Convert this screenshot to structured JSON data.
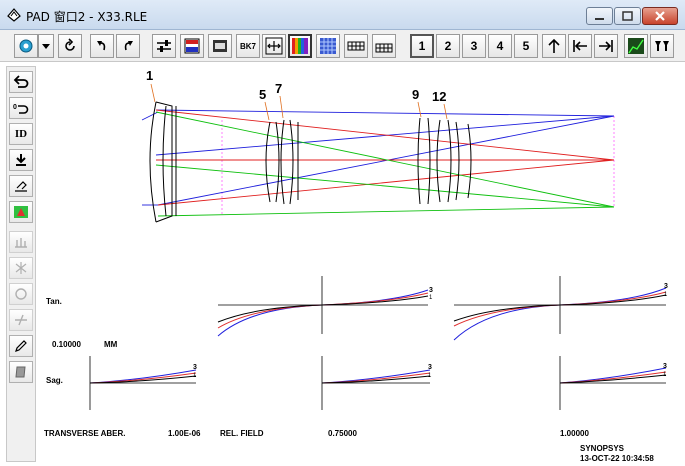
{
  "window": {
    "title": "PAD 窗口2 - X33.RLE",
    "icon": "pad-app-icon",
    "controls": [
      "minimize-icon",
      "maximize-icon",
      "close-icon"
    ]
  },
  "toolbar": {
    "number_buttons": [
      "1",
      "2",
      "3",
      "4",
      "5"
    ],
    "bk7_label": "BK7",
    "icons": [
      "gear-icon",
      "dropdown-arrow-icon",
      "refresh-icon",
      "undo-icon",
      "redo-icon",
      "adjust-icon",
      "color-strip-icon",
      "film-icon",
      "bk7-glass-icon",
      "fit-icon",
      "rainbow-icon",
      "pattern-icon",
      "grid-icon",
      "keypad-icon",
      "up-arrow-icon",
      "first-icon",
      "last-icon",
      "chart-icon",
      "filter-icon"
    ]
  },
  "sidebar": {
    "id_label": "ID",
    "icons": [
      "return-icon",
      "return-zero-icon",
      "id-icon",
      "download-icon",
      "eraser-icon",
      "triangle-icon",
      "tool1-icon",
      "tool2-icon",
      "circle-icon",
      "split-icon",
      "pen-icon",
      "page-icon"
    ]
  },
  "lens_drawing": {
    "surface_labels": [
      "1",
      "5",
      "7",
      "9",
      "12"
    ],
    "ray_colors": {
      "blue": "#1f1fdc",
      "red": "#e02020",
      "green": "#10c010"
    }
  },
  "aberration_plot": {
    "tan_label": "Tan.",
    "sag_label": "Sag.",
    "scale_value": "0.10000",
    "scale_unit": "MM",
    "curve_labels": [
      "3",
      "1"
    ],
    "footer": {
      "aber_label": "TRANSVERSE ABER.",
      "aber_value": "1.00E-06",
      "field_label": "REL. FIELD",
      "field_1": "0.75000",
      "field_2": "1.00000"
    },
    "brand": "SYNOPSYS",
    "timestamp": "13-OCT-22  10:34:58",
    "curve_colors": {
      "1": "#000000",
      "2": "#e03030",
      "3": "#2020dd"
    }
  }
}
